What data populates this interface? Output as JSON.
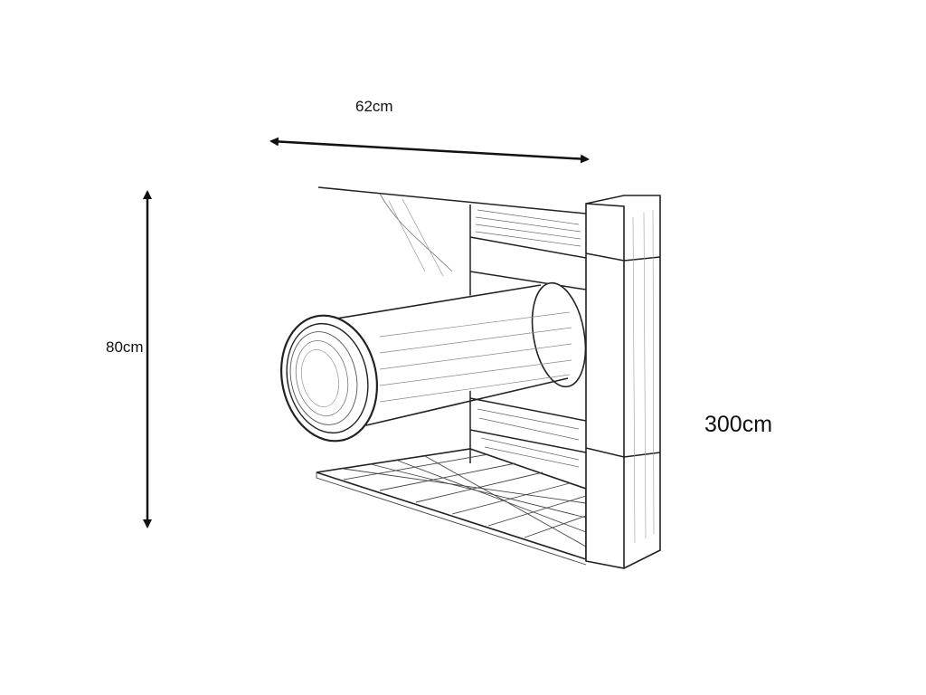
{
  "dimensions": {
    "width": "62cm",
    "height": "80cm",
    "length": "300cm"
  },
  "colors": {
    "line": "#222222",
    "hatch": "#555555",
    "background": "#ffffff"
  }
}
